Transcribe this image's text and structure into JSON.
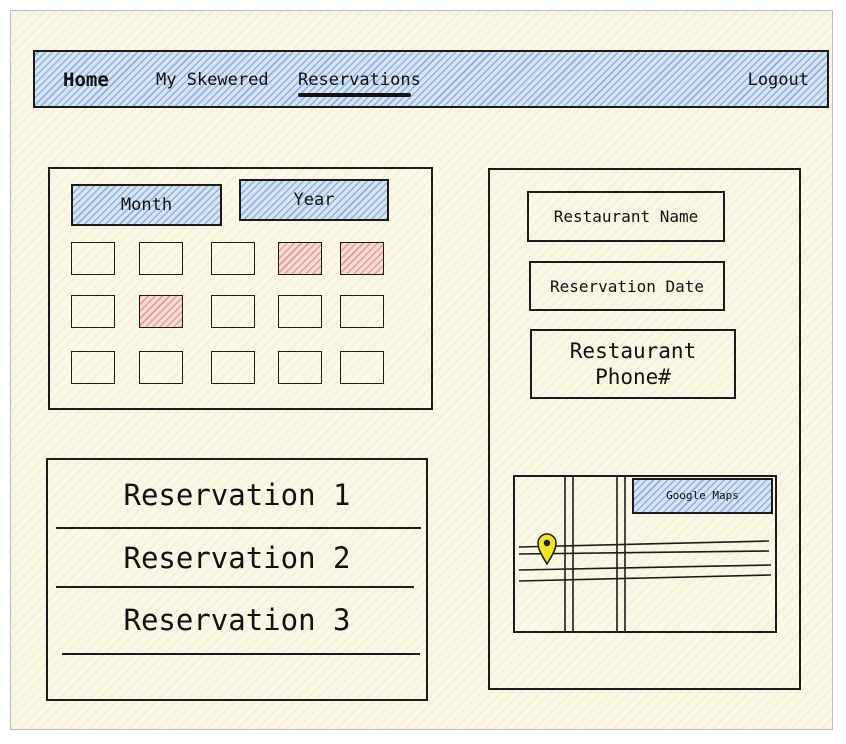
{
  "nav": {
    "home": "Home",
    "my_skewered": "My Skewered",
    "reservations": "Reservations",
    "logout": "Logout"
  },
  "calendar": {
    "month_label": "Month",
    "year_label": "Year",
    "rows": [
      [
        false,
        false,
        false,
        true,
        true
      ],
      [
        false,
        true,
        false,
        false,
        false
      ],
      [
        false,
        false,
        false,
        false,
        false
      ]
    ]
  },
  "reservations": [
    {
      "label": "Reservation 1"
    },
    {
      "label": "Reservation 2"
    },
    {
      "label": "Reservation 3"
    }
  ],
  "details": {
    "restaurant_name": "Restaurant Name",
    "reservation_date": "Reservation Date",
    "restaurant_phone_line1": "Restaurant",
    "restaurant_phone_line2": "Phone#"
  },
  "map": {
    "button_label": "Google Maps",
    "pin_color": "#f2e52a"
  },
  "colors": {
    "background": "#fbf7e6",
    "accent_blue": "#5484c8",
    "highlight_red": "#dc645a",
    "ink": "#1b1b1b"
  }
}
